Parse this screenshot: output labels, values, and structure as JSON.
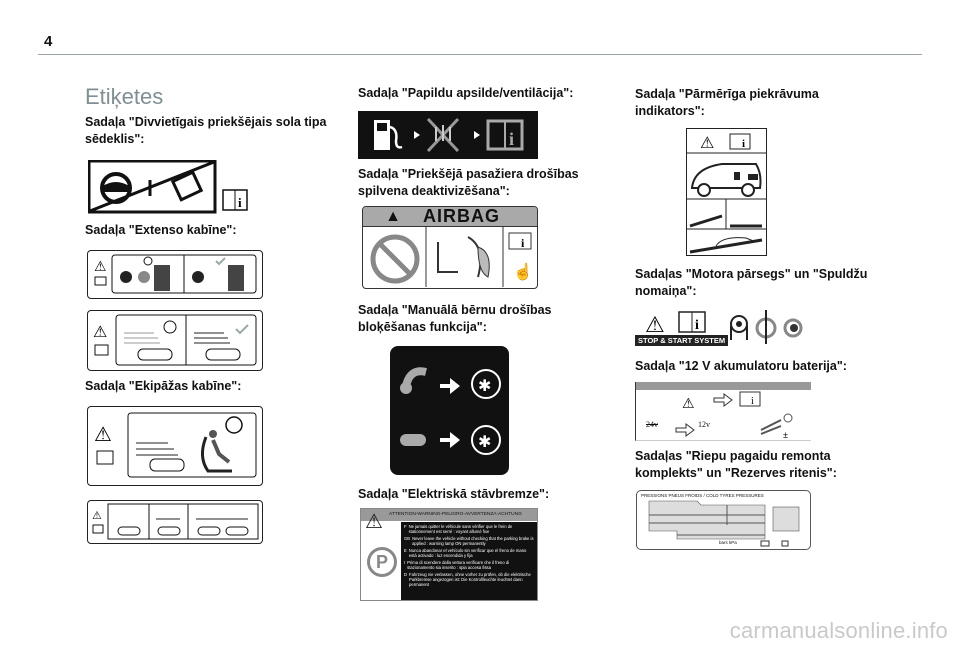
{
  "page_number": "4",
  "title": "Etiķetes",
  "sections": {
    "bench_seat": "Sadaļa \"Divvietīgais priekšējais sola tipa sēdeklis\":",
    "extenso": "Sadaļa \"Extenso kabīne\":",
    "crew_cab": "Sadaļa \"Ekipāžas kabīne\":",
    "heating": "Sadaļa \"Papildu apsilde/ventilācija\":",
    "airbag": "Sadaļa \"Priekšējā pasažiera drošības spilvena deaktivizēšana\":",
    "child_lock": "Sadaļa \"Manuālā bērnu drošības bloķēšanas funkcija\":",
    "parking_brake": "Sadaļa \"Elektriskā stāvbremze\":",
    "overload": "Sadaļa \"Pārmērīga piekrāvuma indikators\":",
    "bonnet": "Sadaļas \"Motora pārsegs\" un \"Spuldžu nomaiņa\":",
    "battery": "Sadaļa \"12 V akumulatoru baterija\":",
    "tyres": "Sadaļas \"Riepu pagaidu remonta komplekts\" un \"Rezerves ritenis\":"
  },
  "labels": {
    "airbag": "AIRBAG",
    "stop_start": "STOP & START SYSTEM",
    "battery_from": "24v",
    "battery_to": "12v",
    "parking_header": "ATTENTION-WARNING-PELIGRO-AVVERTENZA-ACHTUNG",
    "parking_lines": [
      "Ne jamais quitter le véhicule sans vérifier que le frein de stationnement est serré : voyant allumé fixe",
      "Never leave the vehicle without checking that the parking brake is applied : warning lamp ON permanently",
      "Nunca abandonar el vehículo sin verificar que el freno de mano está activado : luz encendida y fija",
      "Prima di scendere dalla vettura verificare che il freno di stazionamento sia inserito : spia accesa fissa",
      "Fahrzeug nie verlassen, ohne vorher zu prüfen, ob die elektrische Parkbremse angezogen ist: Die Kontrollleuchte leuchtet dann permanent"
    ],
    "parking_codes": [
      "F",
      "GB",
      "E",
      "I",
      "D"
    ],
    "tyre_header": "PRESSIONS PNEUS FROIDS / COLD TYRES PRESSURES",
    "tyre_units": "bars  kPa"
  },
  "watermark": "carmanualsonline.info"
}
